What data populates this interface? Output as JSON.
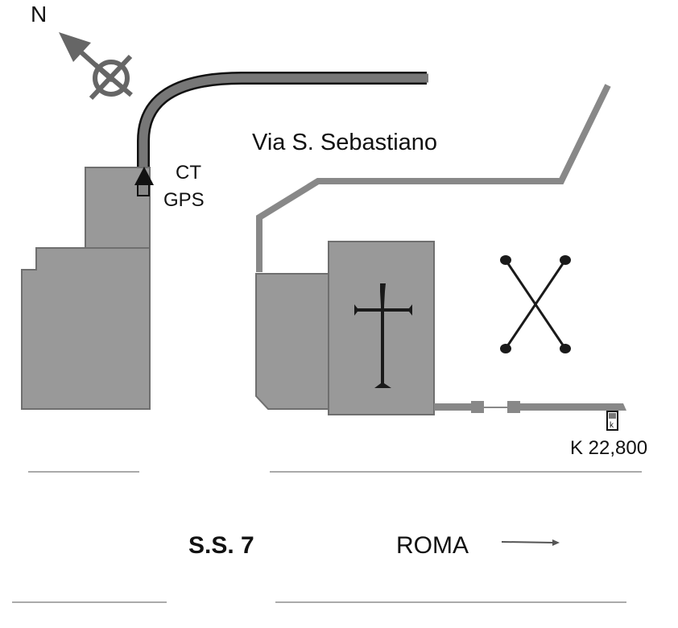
{
  "compass": {
    "label": "N"
  },
  "marker": {
    "line1": "CT",
    "line2": "GPS"
  },
  "street": {
    "name": "Via S. Sebastiano"
  },
  "milestone": {
    "label": "K 22,800",
    "glyph": "k"
  },
  "road": {
    "name": "S.S. 7",
    "direction": "ROMA"
  },
  "colors": {
    "building": "#999999",
    "road": "#777777",
    "wall": "#888888",
    "line": "#aaaaaa"
  }
}
